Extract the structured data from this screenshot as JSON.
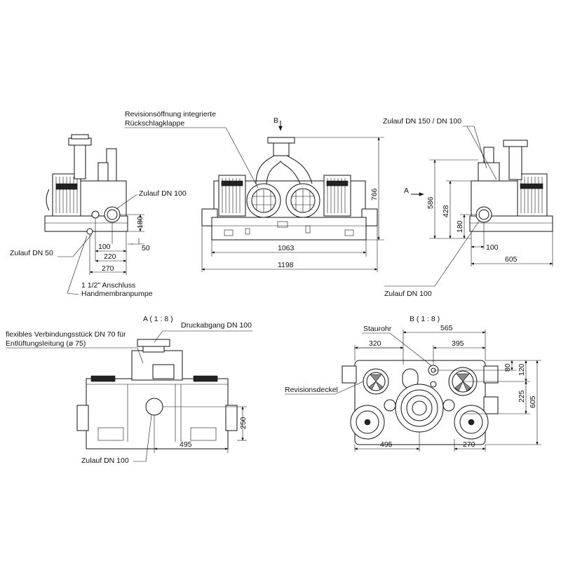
{
  "colors": {
    "ink": "#111111",
    "background": "#ffffff"
  },
  "labels": {
    "revision_top_1": "Revisionsöffnung integrierte",
    "revision_top_2": "Rückschlagklappe",
    "arrow_b": "B",
    "zulauf_dn100_left": "Zulauf DN 100",
    "zulauf_dn150": "Zulauf DN 150 / DN 100",
    "arrow_a": "A",
    "zulauf_dn50": "Zulauf DN 50",
    "anschluss_1": "1 1/2\" Anschluss",
    "anschluss_2": "Handmembranpumpe",
    "zulauf_dn100_right": "Zulauf DN 100",
    "view_a_title": "A ( 1 : 8 )",
    "view_b_title": "B ( 1 : 8 )",
    "flex_1": "flexibles Verbindungsstück DN 70 für",
    "flex_2": "Entlüftungsleitung (ø 75)",
    "druckabgang": "Druckabgang DN 100",
    "zulauf_dn100_bottom": "Zulauf DN 100",
    "staurohr": "Staurohr",
    "revisionsdeckel": "Revisionsdeckel"
  },
  "dimensions": {
    "left_180": "180",
    "left_100": "100",
    "left_50": "50",
    "left_220": "220",
    "left_270": "270",
    "center_1063": "1063",
    "center_1198": "1198",
    "center_766": "766",
    "right_586": "586",
    "right_428": "428",
    "right_180": "180",
    "right_100": "100",
    "right_605": "605",
    "a_250": "250",
    "a_495": "495",
    "b_565": "565",
    "b_320": "320",
    "b_395": "395",
    "b_80": "80",
    "b_120": "120",
    "b_225": "225",
    "b_605": "605",
    "b_495": "495",
    "b_270": "270"
  }
}
